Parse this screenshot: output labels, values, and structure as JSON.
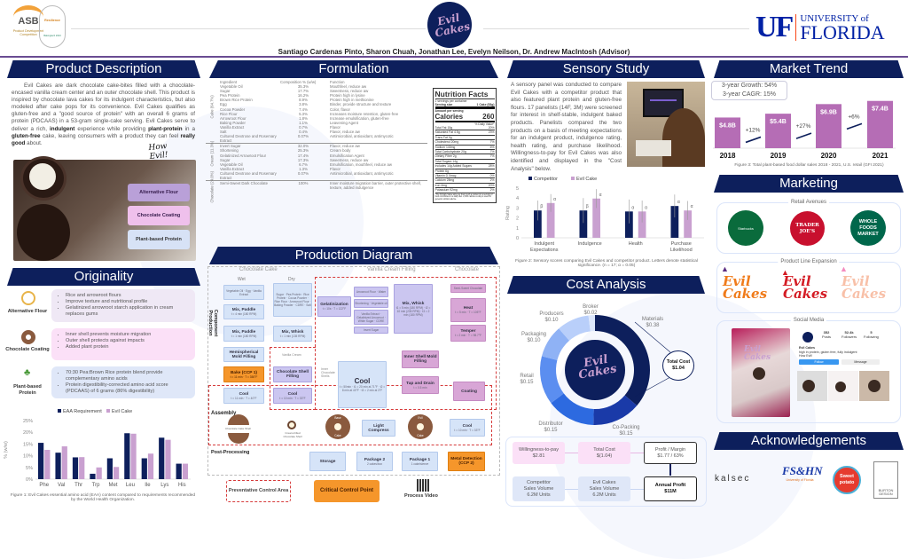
{
  "header": {
    "asb_logo": {
      "name": "ASB",
      "sub": "Product Development Competition"
    },
    "resilience_logo": {
      "name": "Resilience",
      "ring": "Sustaining Through Culture and Cooking",
      "year": "Bakingtech 2023"
    },
    "brand_logo": "Evil Cakes",
    "uf_logo": {
      "mark": "UF",
      "line1": "UNIVERSITY of",
      "line2": "FLORIDA"
    },
    "authors": "Santiago Cardenas Pinto, Sharon Chuah, Jonathan Lee, Evelyn Neilson, Dr. Andrew MacIntosh (Advisor)"
  },
  "product_description": {
    "title": "Product Description",
    "p1": "Evil Cakes are dark chocolate cake-bites filled with a chocolate-encased vanilla cream center and an outer chocolate shell. This product is inspired by chocolate lava cakes for its indulgent characteristics, but also modeled after cake pops for its convenience. Evil Cakes qualifies as gluten-free and a \"good source of protein\" with an overall 6 grams of protein (PDCAAS) in a 53-gram single-cake serving. Evil Cakes serve to deliver a rich, ",
    "b1": "indulgent",
    "p2": " experience while providing ",
    "b2": "plant-protein",
    "p3": " in a ",
    "b3": "gluten-free",
    "p4": " cake, leaving consumers with a product they can feel ",
    "b4": "really good",
    "p5": " about.",
    "handwriting": "How Evil!",
    "callouts": [
      "Alternative Flour",
      "Chocolate Coating",
      "Plant-based Protein"
    ]
  },
  "originality": {
    "title": "Originality",
    "items": [
      {
        "label": "Alternative Flour",
        "bullets": [
          "Rice and arrowroot flours",
          "Improve texture and nutritional profile",
          "Gelatinized arrowroot starch application in cream replaces gums"
        ]
      },
      {
        "label": "Chocolate Coating",
        "bullets": [
          "Inner shell prevents moisture migration",
          "Outer shell protects against impacts",
          "Added plant protein"
        ]
      },
      {
        "label": "Plant-based Protein",
        "bullets": [
          "70:30 Pea:Brown Rice protein blend provide complementary amino acids",
          "Protein digestibility-corrected amino acid score (PDCAAS) of 6 grams (86% digestibility)"
        ]
      }
    ],
    "caption": "Figure 1: Evil Cakes essential amino acid (EAA) content compared to requirements recommended by the World Health Organization."
  },
  "formulation": {
    "title": "Formulation",
    "headers": [
      "Ingredient",
      "Composition % (w/w)",
      "Function"
    ],
    "groups": [
      {
        "name": "Cake (64.7%)",
        "rows": [
          [
            "Vegetable Oil",
            "35.3%",
            "Mouthfeel, reduce aw"
          ],
          [
            "Sugar",
            "17.7%",
            "Sweetness, reduce aw"
          ],
          [
            "Pea Protein",
            "16.2%",
            "Protein high in lysine"
          ],
          [
            "Brown Rice Protein",
            "8.9%",
            "Protein high in methionine"
          ],
          [
            "Egg",
            "3.8%",
            "Binder, provide structure and texture"
          ],
          [
            "Cocoa Powder",
            "7.4%",
            "Color, flavor"
          ],
          [
            "Rice Flour",
            "5.3%",
            "Increases moisture retention, gluten-free"
          ],
          [
            "Arrowroot Flour",
            "1.8%",
            "Increase emulsification, gluten-free"
          ],
          [
            "Baking Powder",
            "1.1%",
            "Leavening Agent"
          ],
          [
            "Vanilla Extract",
            "0.7%",
            "Flavor"
          ],
          [
            "Salt",
            "0.4%",
            "Flavor, reduce aw"
          ],
          [
            "Cultured Dextrose and Rosemary Extract",
            "0.07%",
            "Antimicrobial, antioxidant, antimycotic"
          ]
        ]
      },
      {
        "name": "Cream (11.3%)",
        "rows": [
          [
            "Invert Sugar",
            "32.0%",
            "Flavor, reduce aw"
          ],
          [
            "Shortening",
            "25.3%",
            "Cream body"
          ],
          [
            "Gelatinized Arrowroot Flour",
            "17.4%",
            "Emulsification Agent"
          ],
          [
            "Sugar",
            "17.3%",
            "Sweetness, reduce aw"
          ],
          [
            "Vegetable Oil",
            "6.7%",
            "Emulsification, mouthfeel, reduce aw"
          ],
          [
            "Vanilla Extract",
            "1.3%",
            "Flavor"
          ],
          [
            "Cultured Dextrose and Rosemary Extract",
            "0.07%",
            "Antimicrobial, antioxidant, antimycotic"
          ]
        ]
      },
      {
        "name": "Chocolate (24.0%)",
        "rows": [
          [
            "Semi-Sweet Dark Chocolate",
            "100%",
            "Inner moisture migration barrier, outer protective shell, texture, added indulgence"
          ]
        ]
      }
    ],
    "nutrition": {
      "title": "Nutrition Facts",
      "servings": "2 servings per container",
      "serving_size_label": "Serving size",
      "serving_size": "1 Cake (53g)",
      "amount": "Amount per serving",
      "calories_label": "Calories",
      "calories": "260",
      "dv": "% Daily Value*",
      "rows": [
        [
          "Total Fat 15g",
          "20%"
        ],
        [
          "Saturated Fat 4.5g",
          "23%"
        ],
        [
          "Trans Fat 0g",
          ""
        ],
        [
          "Cholesterol 20mg",
          "7%"
        ],
        [
          "Sodium 140mg",
          "6%"
        ],
        [
          "Total Carbohydrate 20g",
          "7%"
        ],
        [
          "Dietary Fiber 2g",
          "7%"
        ],
        [
          "Total Sugars 14g",
          ""
        ],
        [
          "Includes 14g Added Sugars",
          "28%"
        ],
        [
          "Protein 6g",
          ""
        ],
        [
          "Vitamin D 0mcg",
          "0%"
        ],
        [
          "Calcium 28mg",
          "2%"
        ],
        [
          "Iron 4mg",
          "20%"
        ],
        [
          "Potassium 92mg",
          "2%"
        ]
      ],
      "footnote": "*The % Daily Value tells you how much a nutrient in a serving of food contributes to a daily diet. 2,000 calories a day is used for general nutrition advice."
    }
  },
  "production": {
    "title": "Production Diagram",
    "columns": [
      "Chocolate Cake",
      "Vanilla Cream Filling",
      "Chocolate"
    ],
    "subcolumns": [
      "Wet",
      "Dry"
    ],
    "stages": [
      "Component Production",
      "Assembly",
      "Post-Processing"
    ],
    "nodes": {
      "wet": {
        "title": "",
        "sub": "Vegetable Oil · Egg · Vanilla Extract"
      },
      "dry": {
        "title": "",
        "sub": "Sugar · Pea Protein · Rice Protein · Cocoa Powder · Rice Flour · Arrowroot Flour · Baking Powder · CDRE · Salt"
      },
      "mix1": {
        "title": "Mix, Paddle",
        "sub": "t = 4 min (180 RPM)"
      },
      "mix2": {
        "title": "Mix, Paddle",
        "sub": "t = 1 min (180 RPM)"
      },
      "mix3": {
        "title": "Mix, Whisk",
        "sub": "t = 1 min (135 RPM)"
      },
      "mold": {
        "title": "Hemispherical Mold Filling",
        "sub": ""
      },
      "bake": {
        "title": "Bake (CCP 1)",
        "sub": "t = 11 min · T = 350°F"
      },
      "cool1": {
        "title": "Cool",
        "sub": "t = 11 min · T = 40°F"
      },
      "shell": {
        "title": "Chocolate Shell Filling",
        "sub": ""
      },
      "cool2": {
        "title": "Cool",
        "sub": "t = 10 min · T = 33°F"
      },
      "gel": {
        "title": "Gelatinization",
        "sub": "t = 10s · T = 122°F"
      },
      "v1": {
        "title": "",
        "sub": "Arrowroot Flour · Water"
      },
      "v2": {
        "title": "",
        "sub": "Shortening · Vegetable oil"
      },
      "v3": {
        "title": "",
        "sub": "Vanilla Extract · Gelatinized Arrowroot · White Sugar · CDRE"
      },
      "v4": {
        "title": "",
        "sub": "Invert Sugar"
      },
      "mixv": {
        "title": "Mix, Whisk",
        "sub": "t1 = 5 min (180 RPM) · t2 = 10 min (235 RPM) · t3 = 2 min (180 RPM)"
      },
      "coolv": {
        "title": "Cool",
        "sub": "t = 50min · t1 = 20 min at 71°F · t2 = 8 min at 40°F · t3 = 2 min at 3°F"
      },
      "choc": {
        "title": "",
        "sub": "Semi-Sweet Chocolate"
      },
      "heat": {
        "title": "Heat",
        "sub": "t = 5 min · T = 105°F"
      },
      "temper": {
        "title": "Temper",
        "sub": "t = 2 min · T = 98.7°F"
      },
      "inner": {
        "title": "Inner Shell Mold Filling",
        "sub": ""
      },
      "tap": {
        "title": "Tap and Drain",
        "sub": "t = 0.5 min"
      },
      "coating": {
        "title": "Coating",
        "sub": ""
      },
      "compress": {
        "title": "Light Compress",
        "sub": ""
      },
      "cool3": {
        "title": "Cool",
        "sub": "t = 10 min · T = 33°F"
      },
      "storage": {
        "title": "Storage",
        "sub": ""
      },
      "pkg2": {
        "title": "Package 2",
        "sub": "2 cakes/box"
      },
      "pkg1": {
        "title": "Package 1",
        "sub": "1 cake/sleeve"
      },
      "metal": {
        "title": "Metal Detection (CCP 2)",
        "sub": ""
      }
    },
    "labels": {
      "vanilla_cream": "Vanilla Cream",
      "inner_shells": "Inner Chocolate Shells",
      "cake_shell": "Chocolate Cake Shell",
      "cream_filled": "Cream-Filled Chocolate Shell",
      "base_cake_top": "Base",
      "base_cake_bottom": "Cake",
      "evil_top": "Evil",
      "evil_bottom": "Cake"
    },
    "legend": {
      "pca": "Preventative Control Area",
      "ccp": "Critical Control Point",
      "video": "Process Video"
    }
  },
  "sensory": {
    "title": "Sensory Study",
    "text": "A sensory panel was conducted to compare Evil Cakes with a competitor product that also featured plant protein and gluten-free flours. 17 panelists (14F, 3M) were screened for interest in shelf-stable, indulgent baked products. Panelists compared the two products on a basis of meeting expectations for an indulgent product, indulgence rating, health rating, and purchase likelihood. Willingness-to-pay for Evil Cakes was also identified and displayed in the \"Cost Analysis\" below.",
    "caption": "Figure 2: Sensory scores comparing Evil Cakes and competitor product. Letters denote statistical significance. (n = 17; α = 0.05)"
  },
  "cost": {
    "title": "Cost Analysis",
    "total_label": "Total Cost",
    "total_value": "$1.04",
    "center_logo": "Evil Cakes",
    "flow": {
      "wtp": [
        "Willingness-to-pay",
        "$2.81"
      ],
      "total": [
        "Total Cost",
        "$(1.04)"
      ],
      "profit": [
        "Profit / Margin",
        "$1.77 / 63%"
      ],
      "competitor": [
        "Competitor",
        "Sales Volume",
        "6.2M Units"
      ],
      "evil": [
        "Evil Cakes",
        "Sales Volume",
        "6.2M Units"
      ],
      "annual": [
        "Annual Profit",
        "$11M"
      ]
    }
  },
  "market": {
    "title": "Market Trend",
    "growth": "3-year Growth: 54%",
    "cagr": "3-year CAGR: 15%",
    "caption": "Figure 3: Total plant-based food dollar sales 2018 - 2021, U.S. retail (GFI 2021)"
  },
  "marketing": {
    "title": "Marketing",
    "retail_title": "Retail Avenues",
    "retailers": [
      "Starbucks",
      "TRADER JOE'S",
      "WHOLE FOODS MARKET"
    ],
    "expansion_title": "Product Line Expansion",
    "expansion": [
      "Evil Cakes",
      "Evil Cakes",
      "Evil Cakes"
    ],
    "social_title": "Social Media",
    "social": {
      "tiktok_text": "Evil Cakes",
      "posts": "352",
      "posts_label": "Posts",
      "followers": "52.4k",
      "followers_label": "Followers",
      "following": "5",
      "following_label": "Following",
      "name": "Evil Cakes",
      "bio": "high in protein, gluten free, fully indulgent",
      "bio2": "How Evil!",
      "follow": "Follow",
      "message": "Message"
    }
  },
  "acknowledgements": {
    "title": "Acknowledgements",
    "sponsors": [
      "kalsec",
      "FS&HN",
      "University of Florida",
      "Sweet potato",
      "BURTON DESIGN"
    ]
  },
  "colors": {
    "navy": "#0d1f5c",
    "lavender": "#c9a0d0",
    "purple_bar": "#b56db5",
    "orange": "#f5962b"
  },
  "chart_data": [
    {
      "id": "eaa",
      "type": "bar",
      "title": "",
      "ylabel": "% (w/w)",
      "categories": [
        "Phe",
        "Val",
        "Thr",
        "Trp",
        "Met",
        "Leu",
        "Ile",
        "Lys",
        "His"
      ],
      "yticks": [
        "0%",
        "5%",
        "10%",
        "15%",
        "20%",
        "25%"
      ],
      "ylim": [
        0,
        25
      ],
      "series": [
        {
          "name": "EAA Requirement",
          "color": "#0d1f5c",
          "values": [
            15.5,
            11.3,
            9.3,
            2.3,
            8.9,
            19.6,
            8.9,
            17.7,
            6.6
          ]
        },
        {
          "name": "Evil Cake",
          "color": "#c9a0d0",
          "values": [
            12.5,
            14.0,
            9.4,
            5.0,
            5.2,
            19.4,
            10.9,
            16.8,
            6.6
          ]
        }
      ],
      "legend": "top"
    },
    {
      "id": "sensory",
      "type": "bar",
      "ylabel": "Rating",
      "categories": [
        "Indulgent Expectations",
        "Indulgence",
        "Health",
        "Purchase Likelihood"
      ],
      "yticks": [
        "0",
        "1",
        "2",
        "3",
        "4",
        "5"
      ],
      "ylim": [
        0,
        5
      ],
      "series": [
        {
          "name": "Competitor",
          "color": "#0d1f5c",
          "values": [
            2.75,
            2.75,
            2.65,
            3.2
          ],
          "error": [
            1.0,
            1.25,
            1.2,
            1.15
          ],
          "letters": [
            "β",
            "β",
            "α",
            "α"
          ]
        },
        {
          "name": "Evil Cake",
          "color": "#c9a0d0",
          "values": [
            3.5,
            3.95,
            2.65,
            2.75
          ],
          "error": [
            0.9,
            0.95,
            1.1,
            0.95
          ],
          "letters": [
            "α",
            "α",
            "α",
            "α"
          ]
        }
      ],
      "legend": "top-left"
    },
    {
      "id": "market",
      "type": "bar",
      "categories": [
        "2018",
        "2019",
        "2020",
        "2021"
      ],
      "values": [
        4.8,
        5.4,
        6.9,
        7.4
      ],
      "value_labels": [
        "$4.8B",
        "$5.4B",
        "$6.9B",
        "$7.4B"
      ],
      "changes": [
        "+12%",
        "+27%",
        "+6%"
      ],
      "unit": "USD billions"
    },
    {
      "id": "cost",
      "type": "pie",
      "labels": [
        "Materials",
        "Co-Packing",
        "Distributor",
        "Retail",
        "Packaging",
        "Producers",
        "Broker"
      ],
      "value_labels": [
        "$0.38",
        "$0.15",
        "$0.15",
        "$0.15",
        "$0.10",
        "$0.10",
        "$0.02"
      ],
      "values": [
        0.38,
        0.15,
        0.15,
        0.15,
        0.1,
        0.1,
        0.02
      ],
      "colors": [
        "#0d1f5c",
        "#1a3aa8",
        "#2d6ae0",
        "#5b8ef0",
        "#8fb2f5",
        "#b9cffa",
        "#dce7fc"
      ]
    }
  ]
}
